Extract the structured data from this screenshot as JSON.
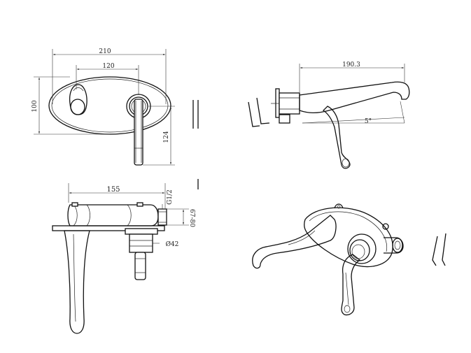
{
  "dimensions": {
    "front_width": "210",
    "front_center": "120",
    "front_height": "100",
    "front_handle": "124",
    "side_length": "190.3",
    "side_angle": "5°",
    "top_length": "155",
    "top_thread": "G1/2",
    "top_depth": "67-80",
    "top_diameter": "Ø42"
  },
  "colors": {
    "line": "#111111",
    "background": "#ffffff"
  }
}
